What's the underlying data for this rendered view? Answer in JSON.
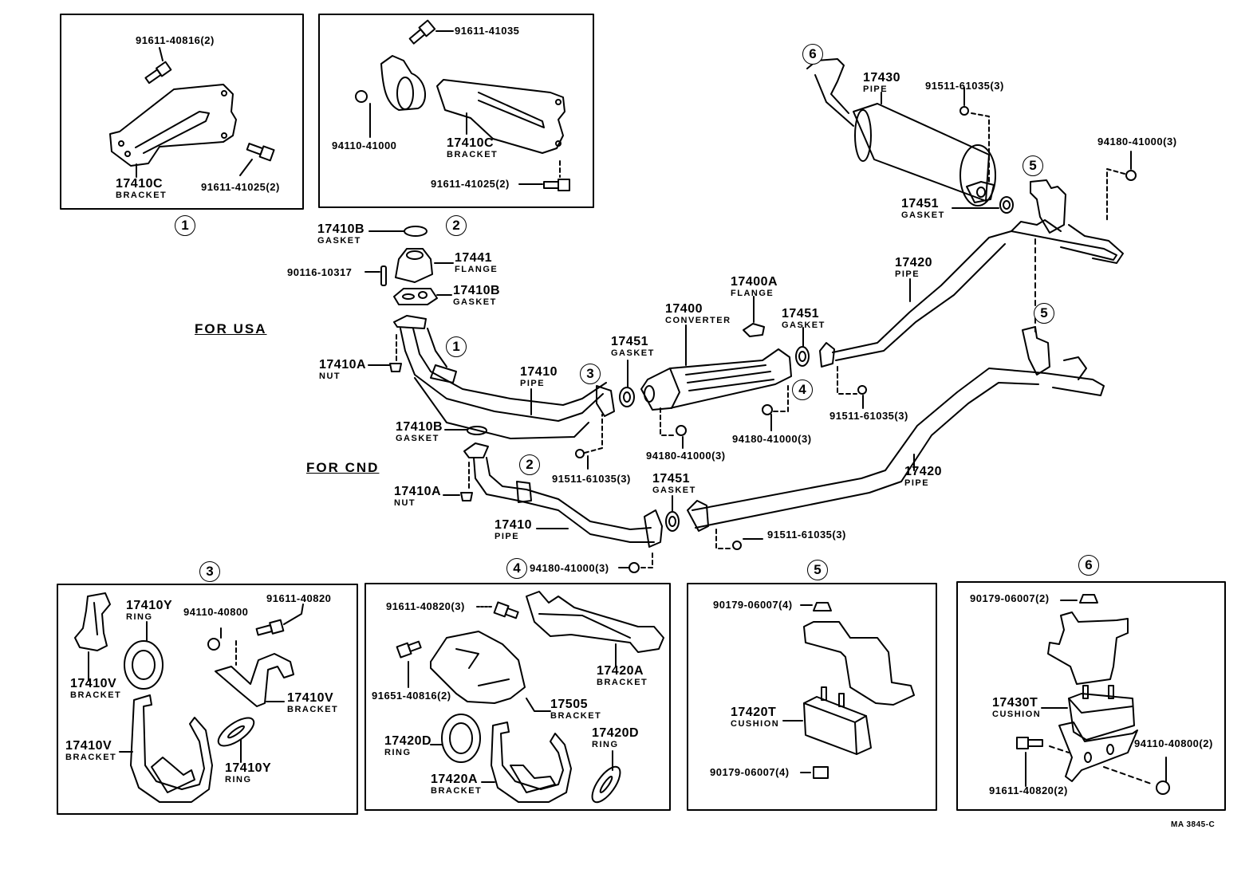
{
  "title": "Exhaust pipe parts diagram",
  "drawing_code": "MA 3845-C",
  "sections": {
    "usa": "FOR  USA",
    "cnd": "FOR  CND"
  },
  "callouts": {
    "c1": "1",
    "c2": "2",
    "c3": "3",
    "c4": "4",
    "c5": "5",
    "c6": "6"
  },
  "detail1": {
    "callout": "1",
    "parts": [
      {
        "pn": "91611-40816(2)"
      },
      {
        "pn": "17410C",
        "name": "BRACKET"
      },
      {
        "pn": "91611-41025(2)"
      }
    ]
  },
  "detail2": {
    "callout": "2",
    "parts": [
      {
        "pn": "91611-41035"
      },
      {
        "pn": "94110-41000"
      },
      {
        "pn": "17410C",
        "name": "BRACKET"
      },
      {
        "pn": "91611-41025(2)"
      }
    ]
  },
  "main_usa": {
    "parts": [
      {
        "pn": "17410B",
        "name": "GASKET"
      },
      {
        "pn": "17441",
        "name": "FLANGE"
      },
      {
        "pn": "90116-10317"
      },
      {
        "pn": "17410B",
        "name": "GASKET"
      },
      {
        "pn": "17410A",
        "name": "NUT"
      },
      {
        "pn": "17410",
        "name": "PIPE"
      },
      {
        "pn": "17451",
        "name": "GASKET"
      },
      {
        "pn": "17400",
        "name": "CONVERTER"
      },
      {
        "pn": "17400A",
        "name": "FLANGE"
      },
      {
        "pn": "17451",
        "name": "GASKET"
      },
      {
        "pn": "91511-61035(3)"
      },
      {
        "pn": "94180-41000(3)"
      },
      {
        "pn": "94180-41000(3)"
      },
      {
        "pn": "91511-61035(3)"
      },
      {
        "pn": "17420",
        "name": "PIPE"
      }
    ]
  },
  "tail": {
    "parts": [
      {
        "pn": "17430",
        "name": "PIPE"
      },
      {
        "pn": "91511-61035(3)"
      },
      {
        "pn": "94180-41000(3)"
      },
      {
        "pn": "17451",
        "name": "GASKET"
      }
    ]
  },
  "main_cnd": {
    "parts": [
      {
        "pn": "17410B",
        "name": "GASKET"
      },
      {
        "pn": "17410A",
        "name": "NUT"
      },
      {
        "pn": "17410",
        "name": "PIPE"
      },
      {
        "pn": "91511-61035(3)"
      },
      {
        "pn": "17451",
        "name": "GASKET"
      },
      {
        "pn": "17420",
        "name": "PIPE"
      },
      {
        "pn": "91511-61035(3)"
      },
      {
        "pn": "94180-41000(3)"
      }
    ]
  },
  "detail3": {
    "callout": "3",
    "parts": [
      {
        "pn": "17410Y",
        "name": "RING"
      },
      {
        "pn": "94110-40800"
      },
      {
        "pn": "91611-40820"
      },
      {
        "pn": "17410V",
        "name": "BRACKET"
      },
      {
        "pn": "17410V",
        "name": "BRACKET"
      },
      {
        "pn": "17410V",
        "name": "BRACKET"
      },
      {
        "pn": "17410Y",
        "name": "RING"
      }
    ]
  },
  "detail4": {
    "parts": [
      {
        "pn": "91611-40820(3)"
      },
      {
        "pn": "91651-40816(2)"
      },
      {
        "pn": "17420A",
        "name": "BRACKET"
      },
      {
        "pn": "17505",
        "name": "BRACKET"
      },
      {
        "pn": "17420D",
        "name": "RING"
      },
      {
        "pn": "17420D",
        "name": "RING"
      },
      {
        "pn": "17420A",
        "name": "BRACKET"
      }
    ]
  },
  "detail5": {
    "callout": "5",
    "parts": [
      {
        "pn": "90179-06007(4)"
      },
      {
        "pn": "17420T",
        "name": "CUSHION"
      },
      {
        "pn": "90179-06007(4)"
      }
    ]
  },
  "detail6": {
    "callout": "6",
    "parts": [
      {
        "pn": "90179-06007(2)"
      },
      {
        "pn": "17430T",
        "name": "CUSHION"
      },
      {
        "pn": "94110-40800(2)"
      },
      {
        "pn": "91611-40820(2)"
      }
    ]
  }
}
